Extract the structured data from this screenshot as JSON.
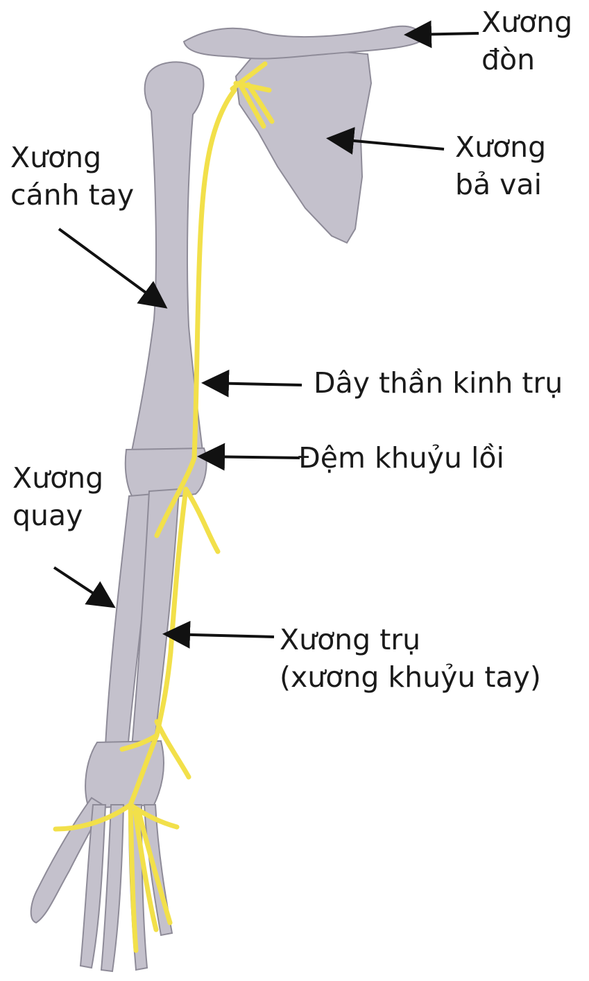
{
  "colors": {
    "bone": "#c4c1cc",
    "bone_edge": "#8e8b98",
    "bone_light": "#dcdae2",
    "nerve": "#f2e04a",
    "nerve_edge": "#9a8a1e",
    "arrow": "#111111",
    "background": "#ffffff"
  },
  "labels": {
    "clavicle": [
      "Xương",
      "đòn"
    ],
    "scapula": [
      "Xương",
      "bả vai"
    ],
    "humerus": [
      "Xương",
      "cánh tay"
    ],
    "ulnar_nerve": [
      "Dây thần kinh trụ"
    ],
    "medial_epicondyle": [
      "Đệm khuỷu lồi"
    ],
    "radius": [
      "Xương",
      "quay"
    ],
    "ulna": [
      "Xương trụ",
      "(xương khuỷu tay)"
    ]
  },
  "icons": {
    "pointer": "arrow-icon",
    "bone": "bone-shape",
    "nerve": "nerve-line"
  }
}
